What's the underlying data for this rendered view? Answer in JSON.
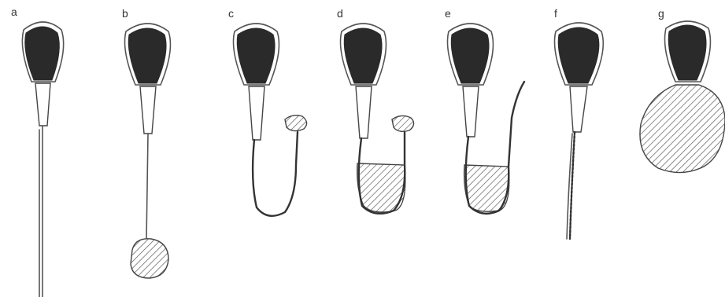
{
  "figure": {
    "panels": [
      {
        "id": "a",
        "label": "a"
      },
      {
        "id": "b",
        "label": "b"
      },
      {
        "id": "c",
        "label": "c"
      },
      {
        "id": "d",
        "label": "d"
      },
      {
        "id": "e",
        "label": "e"
      },
      {
        "id": "f",
        "label": "f"
      },
      {
        "id": "g",
        "label": "g"
      }
    ]
  }
}
